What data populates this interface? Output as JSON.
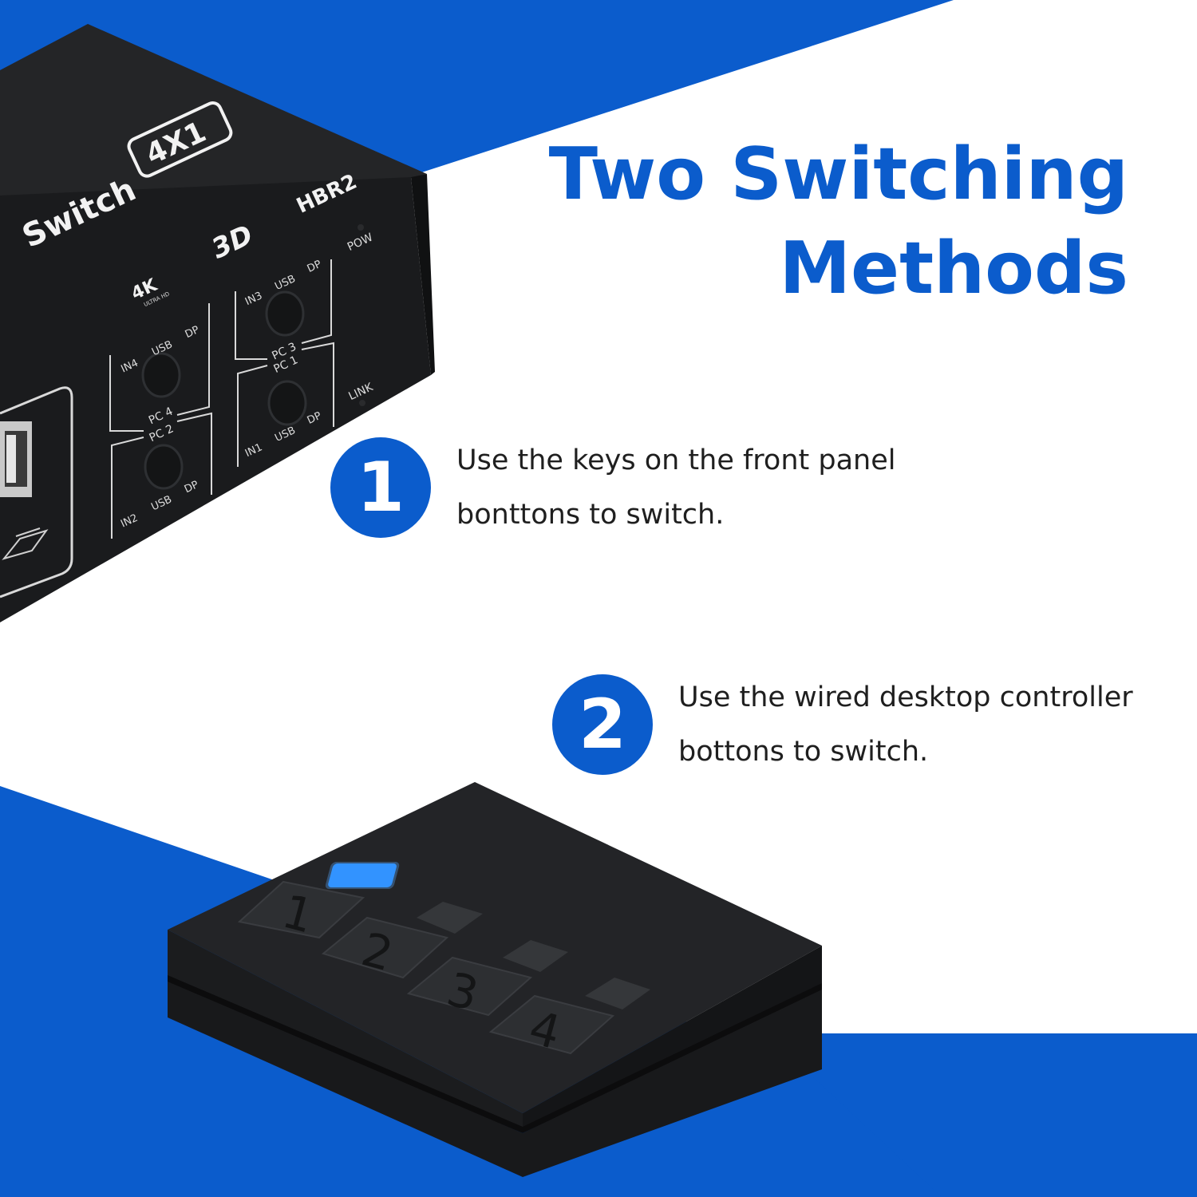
{
  "colors": {
    "brand_blue": "#0b5ccc",
    "device_black": "#1c1d1f",
    "button_gray": "#2c2e31",
    "led_blue": "#1e88ff"
  },
  "title": {
    "line1": "Two Switching",
    "line2": "Methods"
  },
  "methods": [
    {
      "number": "1",
      "line1": "Use the keys on the front panel",
      "line2": "bonttons to switch."
    },
    {
      "number": "2",
      "line1": "Use the wired desktop controller",
      "line2": "bottons to switch."
    }
  ],
  "kvm_switch": {
    "label_switch": "Switch",
    "label_model": "4X1",
    "label_hbr": "HBR2",
    "label_3d": "3D",
    "label_4k": "4K",
    "label_ultra": "ULTRA HD",
    "label_pow": "POW",
    "label_link": "LINK",
    "ports": [
      {
        "pc": "PC 3",
        "in": "IN3",
        "usb": "USB",
        "dp": "DP"
      },
      {
        "pc": "PC 1",
        "in": "IN1",
        "usb": "USB",
        "dp": "DP"
      },
      {
        "pc": "PC 4",
        "in": "IN4",
        "usb": "USB",
        "dp": "DP"
      },
      {
        "pc": "PC 2",
        "in": "IN2",
        "usb": "USB",
        "dp": "DP"
      }
    ]
  },
  "controller": {
    "keys": [
      "1",
      "2",
      "3",
      "4"
    ]
  }
}
